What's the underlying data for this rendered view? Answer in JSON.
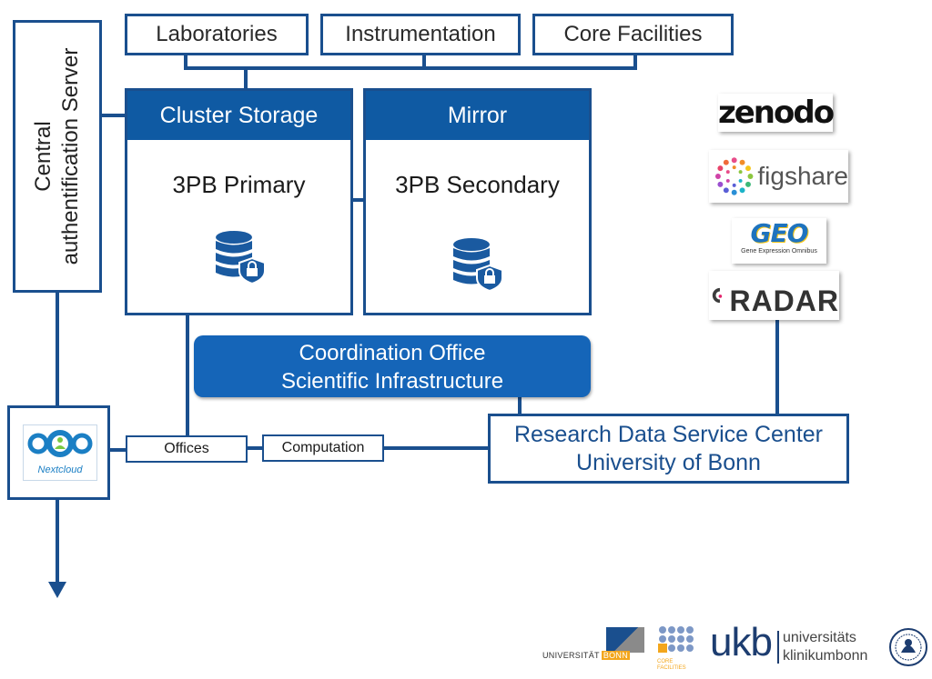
{
  "top_boxes": {
    "laboratories": "Laboratories",
    "instrumentation": "Instrumentation",
    "core_facilities": "Core Facilities"
  },
  "auth_server": {
    "line1": "Central",
    "line2": "authentification Server"
  },
  "cluster_storage": {
    "header": "Cluster Storage",
    "body": "3PB Primary"
  },
  "mirror": {
    "header": "Mirror",
    "body": "3PB Secondary"
  },
  "coordination": {
    "line1": "Coordination Office",
    "line2": "Scientific Infrastructure"
  },
  "offices": "Offices",
  "computation": "Computation",
  "rdsc": {
    "line1": "Research Data Service Center",
    "line2": "University of Bonn"
  },
  "nextcloud": "Nextcloud",
  "repositories": {
    "zenodo": "zenodo",
    "figshare": "figshare",
    "geo": "GEO",
    "geo_sub": "Gene Expression Omnibus",
    "radar": "RADAR"
  },
  "footer": {
    "uni_bonn_a": "UNIVERSITÄT",
    "uni_bonn_b": "BONN",
    "core_facilities": "CORE FACILITIES",
    "ukb": "ukb",
    "ukb_line1": "universitäts",
    "ukb_line2": "klinikumbonn"
  },
  "colors": {
    "primary_blue": "#1a4f8e",
    "header_blue": "#0f5aa3",
    "coordination_blue": "#1565b8"
  }
}
